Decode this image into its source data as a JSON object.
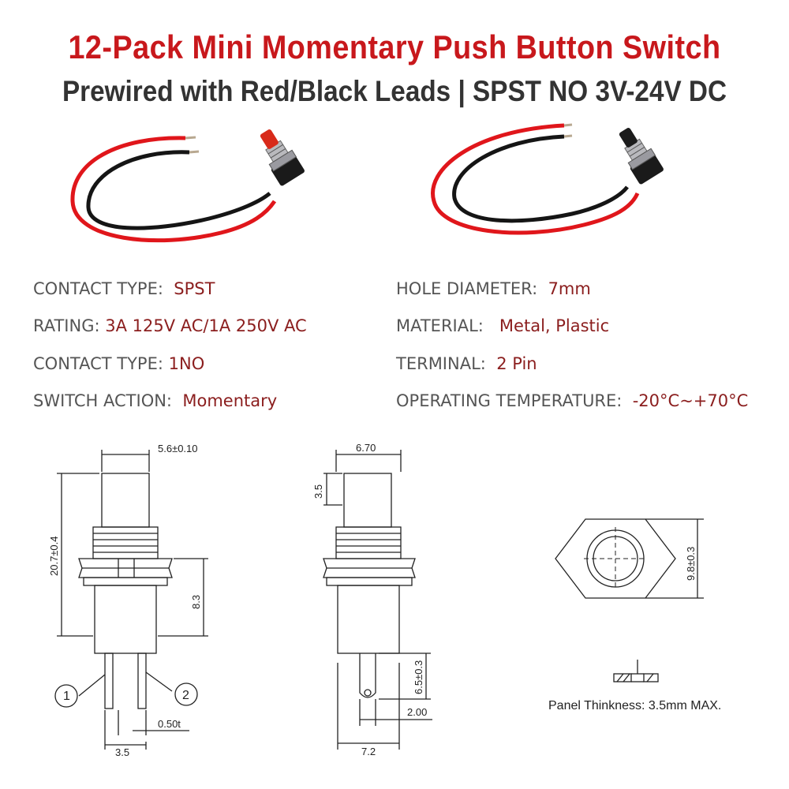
{
  "header": {
    "title": "12-Pack Mini Momentary Push Button Switch",
    "subtitle": "Prewired with Red/Black Leads | SPST NO 3V-24V DC"
  },
  "specs": {
    "left": [
      {
        "label": "CONTACT TYPE:",
        "value": "SPST"
      },
      {
        "label": "RATING:",
        "value": "3A 125V AC/1A 250V AC"
      },
      {
        "label": "CONTACT TYPE:",
        "value": "1NO"
      },
      {
        "label": "SWITCH ACTION:",
        "value": "Momentary"
      }
    ],
    "right": [
      {
        "label": "HOLE DIAMETER:",
        "value": "7mm"
      },
      {
        "label": "MATERIAL:",
        "value": "Metal, Plastic"
      },
      {
        "label": "TERMINAL:",
        "value": "2 Pin"
      },
      {
        "label": "OPERATING TEMPERATURE:",
        "value": "-20°C~+70°C"
      }
    ]
  },
  "dimensions": {
    "front_cap_width": "5.6±0.10",
    "front_height": "20.7±0.4",
    "front_body": "8.3",
    "front_pin_width": "0.50t",
    "front_pin_pitch": "3.5",
    "pin1": "1",
    "pin2": "2",
    "side_width": "6.70",
    "side_cap": "3.5",
    "side_pin_length": "6.5±0.3",
    "side_pin_offset": "2.00",
    "side_base": "7.2",
    "hex_size": "9.8±0.3",
    "panel_note": "Panel Thinkness: 3.5mm MAX."
  },
  "colors": {
    "title_red": "#c8181c",
    "value_red": "#8b1e1e",
    "wire_red": "#e0161b",
    "wire_black": "#151515",
    "cap_red": "#d82a1a"
  }
}
